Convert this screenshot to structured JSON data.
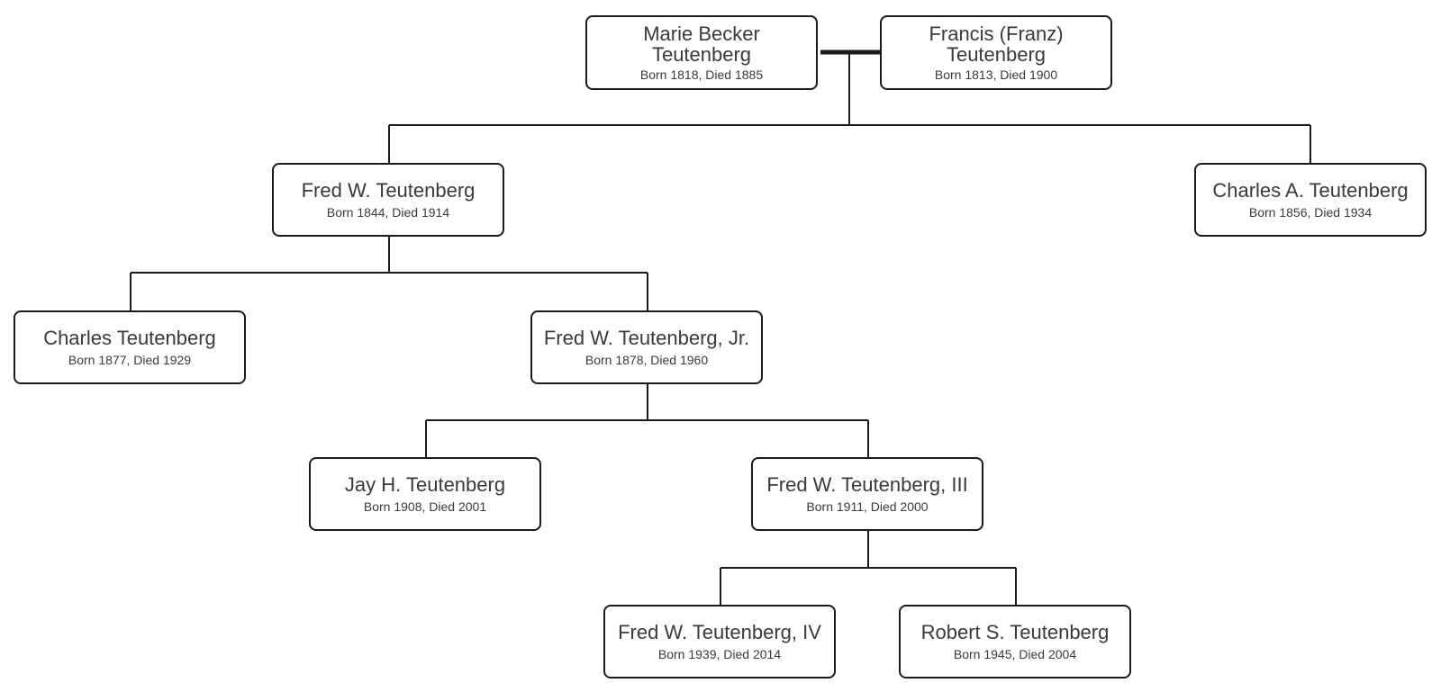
{
  "people": {
    "marie": {
      "name_line1": "Marie Becker",
      "name_line2": "Teutenberg",
      "dates": "Born 1818, Died 1885"
    },
    "francis": {
      "name_line1": "Francis (Franz)",
      "name_line2": "Teutenberg",
      "dates": "Born 1813, Died 1900"
    },
    "fred_w": {
      "name": "Fred W. Teutenberg",
      "dates": "Born 1844, Died 1914"
    },
    "charles_a": {
      "name": "Charles A. Teutenberg",
      "dates": "Born 1856, Died 1934"
    },
    "charles": {
      "name": "Charles Teutenberg",
      "dates": "Born 1877, Died 1929"
    },
    "fred_jr": {
      "name": "Fred W. Teutenberg, Jr.",
      "dates": "Born 1878, Died 1960"
    },
    "jay": {
      "name": "Jay H. Teutenberg",
      "dates": "Born 1908, Died 2001"
    },
    "fred_iii": {
      "name": "Fred W. Teutenberg, III",
      "dates": "Born 1911, Died 2000"
    },
    "fred_iv": {
      "name": "Fred W. Teutenberg, IV",
      "dates": "Born 1939, Died 2014"
    },
    "robert": {
      "name": "Robert S. Teutenberg",
      "dates": "Born 1945, Died 2004"
    }
  },
  "colors": {
    "line": "#1a1a1a",
    "text": "#3a3a3a",
    "box_fill": "#ffffff"
  }
}
